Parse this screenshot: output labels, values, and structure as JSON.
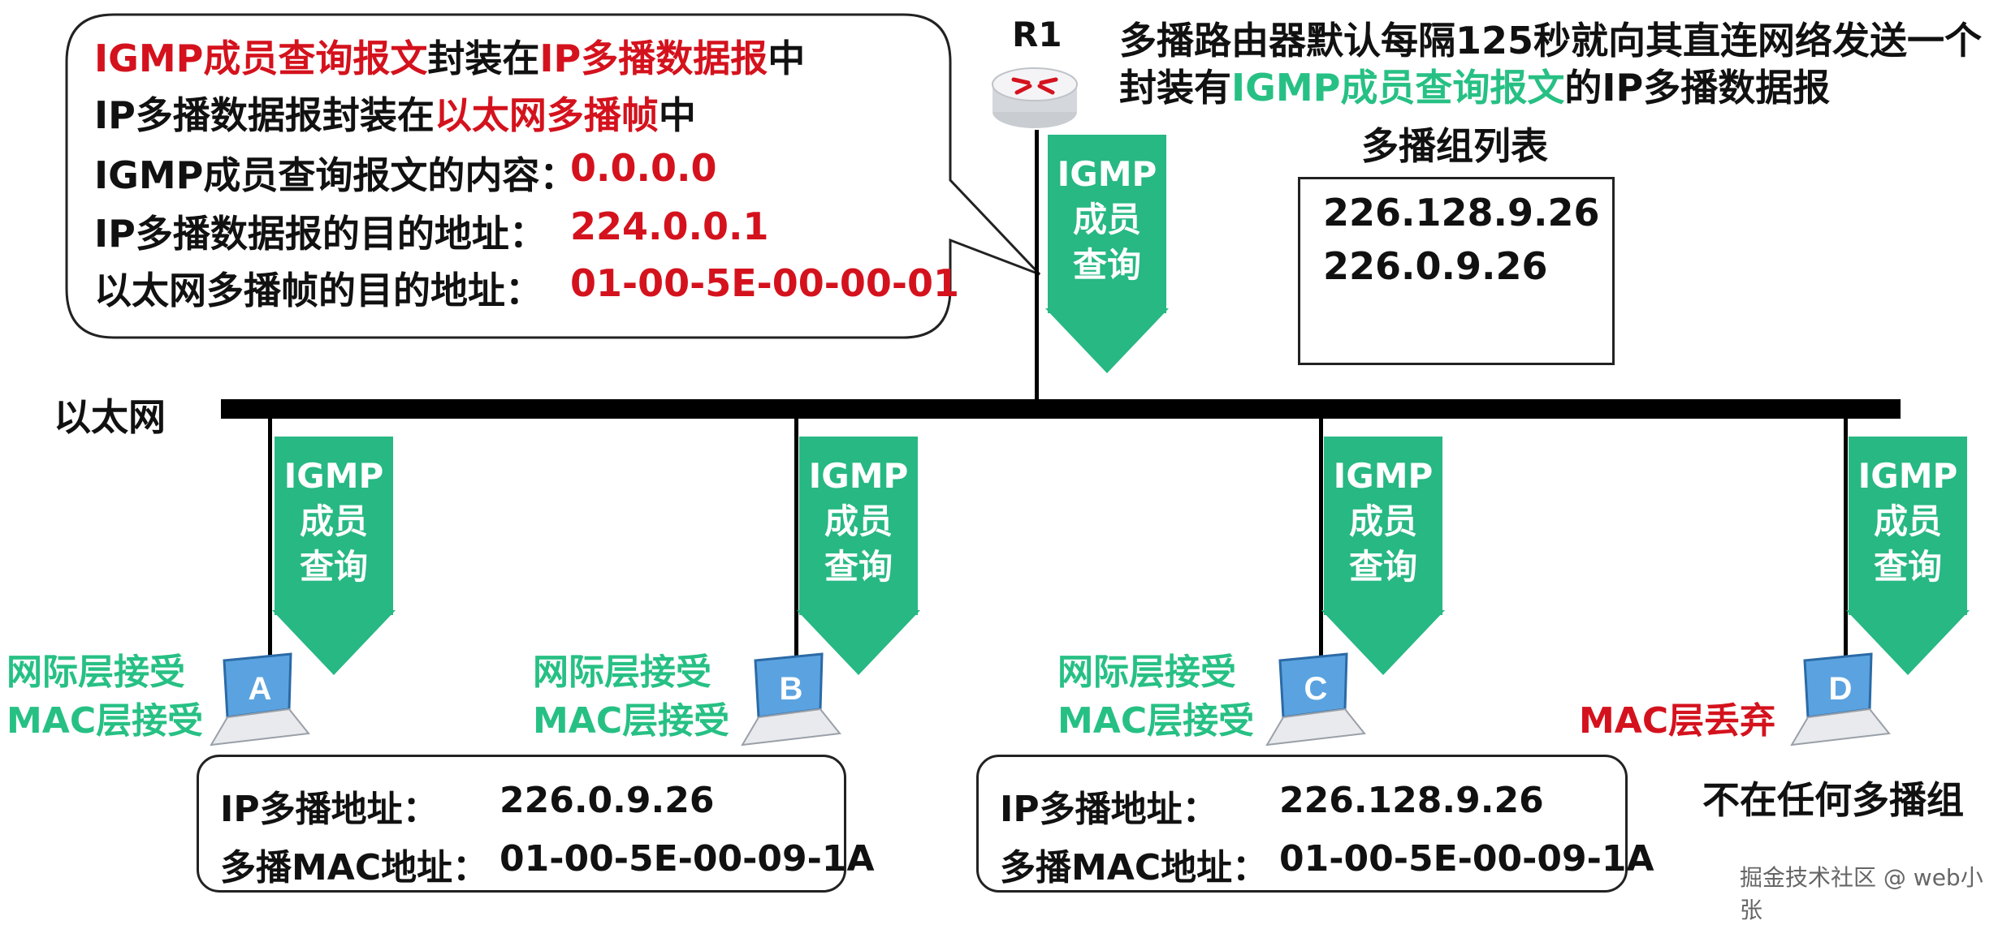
{
  "callout": {
    "line1": [
      {
        "text": "IGMP成员查询报文",
        "color": "#d4121d"
      },
      {
        "text": "封装在",
        "color": "#111111"
      },
      {
        "text": "IP多播数据报",
        "color": "#d4121d"
      },
      {
        "text": "中",
        "color": "#111111"
      }
    ],
    "line2": [
      {
        "text": "IP多播数据报封装在",
        "color": "#111111"
      },
      {
        "text": "以太网多播帧",
        "color": "#d4121d"
      },
      {
        "text": "中",
        "color": "#111111"
      }
    ],
    "rows": [
      {
        "label": "IGMP成员查询报文的内容：",
        "value": "0.0.0.0"
      },
      {
        "label": "IP多播数据报的目的地址：",
        "value": "224.0.0.1"
      },
      {
        "label": "以太网多播帧的目的地址：",
        "value": "01-00-5E-00-00-01"
      }
    ]
  },
  "router": {
    "label": "R1",
    "icon": "router-icon"
  },
  "description": {
    "line1": [
      {
        "text": "多播路由器默认每隔125秒就向其直连网络发送一个",
        "color": "#111111"
      }
    ],
    "line2": [
      {
        "text": "封装有",
        "color": "#111111"
      },
      {
        "text": "IGMP成员查询报文",
        "color": "#27c084"
      },
      {
        "text": "的IP多播数据报",
        "color": "#111111"
      }
    ]
  },
  "group_list": {
    "title": "多播组列表",
    "items": [
      "226.128.9.26",
      "226.0.9.26"
    ]
  },
  "ethernet": {
    "label": "以太网"
  },
  "query_arrow": {
    "lines": [
      "IGMP",
      "成员",
      "查询"
    ],
    "color": "#27b883"
  },
  "hosts": [
    {
      "id": "A",
      "status": [
        "网际层接受",
        "MAC层接受"
      ],
      "status_color": "#27c084"
    },
    {
      "id": "B",
      "status": [
        "网际层接受",
        "MAC层接受"
      ],
      "status_color": "#27c084"
    },
    {
      "id": "C",
      "status": [
        "网际层接受",
        "MAC层接受"
      ],
      "status_color": "#27c084"
    },
    {
      "id": "D",
      "status": [
        "MAC层丢弃"
      ],
      "status_color": "#d4121d"
    }
  ],
  "address_boxes": [
    {
      "ip_label": "IP多播地址：",
      "ip": "226.0.9.26",
      "mac_label": "多播MAC地址：",
      "mac": "01-00-5E-00-09-1A"
    },
    {
      "ip_label": "IP多播地址：",
      "ip": "226.128.9.26",
      "mac_label": "多播MAC地址：",
      "mac": "01-00-5E-00-09-1A"
    }
  ],
  "not_in_group": "不在任何多播组",
  "watermark": "掘金技术社区 @ web小张"
}
